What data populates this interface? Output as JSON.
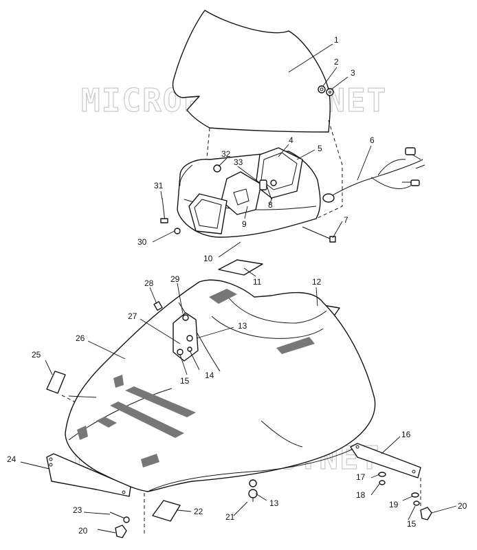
{
  "watermark": "MICROFICHES.NET",
  "callouts": [
    {
      "id": "c1",
      "text": "1"
    },
    {
      "id": "c2",
      "text": "2"
    },
    {
      "id": "c3",
      "text": "3"
    },
    {
      "id": "c4",
      "text": "4"
    },
    {
      "id": "c5",
      "text": "5"
    },
    {
      "id": "c6",
      "text": "6"
    },
    {
      "id": "c7",
      "text": "7"
    },
    {
      "id": "c8",
      "text": "8"
    },
    {
      "id": "c9",
      "text": "9"
    },
    {
      "id": "c10",
      "text": "10"
    },
    {
      "id": "c11",
      "text": "11"
    },
    {
      "id": "c12",
      "text": "12"
    },
    {
      "id": "c13a",
      "text": "13"
    },
    {
      "id": "c13b",
      "text": "13"
    },
    {
      "id": "c14",
      "text": "14"
    },
    {
      "id": "c15a",
      "text": "15"
    },
    {
      "id": "c15b",
      "text": "15"
    },
    {
      "id": "c16",
      "text": "16"
    },
    {
      "id": "c17",
      "text": "17"
    },
    {
      "id": "c18",
      "text": "18"
    },
    {
      "id": "c19",
      "text": "19"
    },
    {
      "id": "c20a",
      "text": "20"
    },
    {
      "id": "c20b",
      "text": "20"
    },
    {
      "id": "c21",
      "text": "21"
    },
    {
      "id": "c22",
      "text": "22"
    },
    {
      "id": "c23",
      "text": "23"
    },
    {
      "id": "c24",
      "text": "24"
    },
    {
      "id": "c25",
      "text": "25"
    },
    {
      "id": "c26",
      "text": "26"
    },
    {
      "id": "c27",
      "text": "27"
    },
    {
      "id": "c28",
      "text": "28"
    },
    {
      "id": "c29",
      "text": "29"
    },
    {
      "id": "c30",
      "text": "30"
    },
    {
      "id": "c31",
      "text": "31"
    },
    {
      "id": "c32",
      "text": "32"
    },
    {
      "id": "c33",
      "text": "33"
    }
  ]
}
